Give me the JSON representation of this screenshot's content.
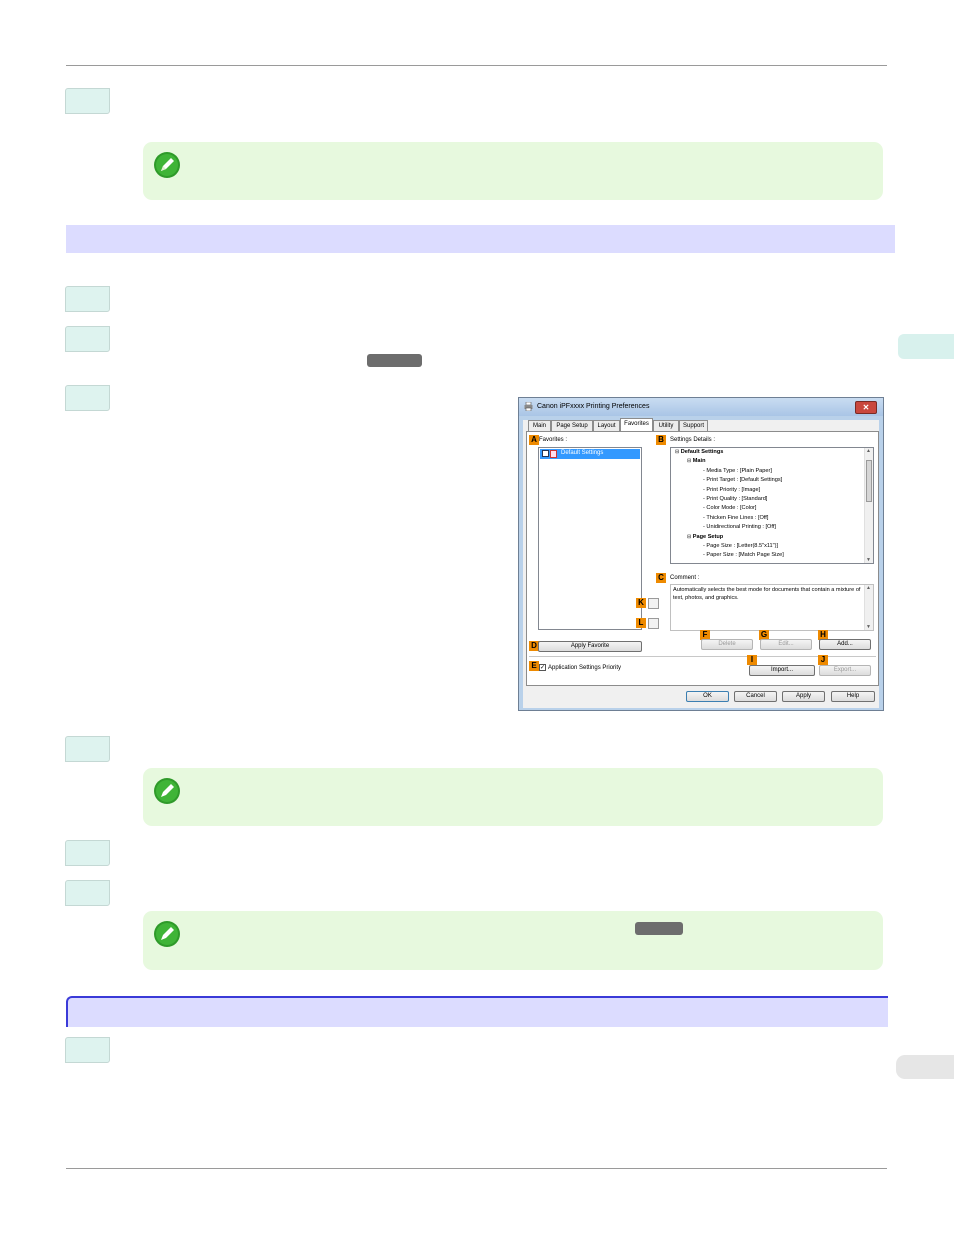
{
  "dialog": {
    "title": "Canon iPFxxxx Printing Preferences",
    "close_label": "✕",
    "tabs": [
      "Main",
      "Page Setup",
      "Layout",
      "Favorites",
      "Utility",
      "Support"
    ],
    "favorites_label": "Favorites :",
    "favorites_item": "Default Settings",
    "settings_details_label": "Settings Details :",
    "tree": {
      "root": "Default Settings",
      "main": "Main",
      "media_type": "Media Type : [Plain Paper]",
      "print_target": "Print Target : [Default Settings]",
      "print_priority": "Print Priority : [Image]",
      "print_quality": "Print Quality : [Standard]",
      "color_mode": "Color Mode : [Color]",
      "thicken_fine_lines": "Thicken Fine Lines : [Off]",
      "unidirectional": "Unidirectional Printing : [Off]",
      "page_setup": "Page Setup",
      "page_size": "Page Size : [Letter(8.5\"x11\")]",
      "paper_size": "Paper Size : [Match Page Size]"
    },
    "comment_label": "Comment :",
    "comment_text": "Automatically selects the best mode for documents that contain a mixture of text, photos, and graphics.",
    "buttons": {
      "apply_favorite": "Apply Favorite",
      "delete": "Delete",
      "edit": "Edit...",
      "add": "Add...",
      "import": "Import...",
      "export": "Export...",
      "ok": "OK",
      "cancel": "Cancel",
      "apply": "Apply",
      "help": "Help"
    },
    "app_settings_priority": "Application Settings Priority",
    "callouts": {
      "a": "A",
      "b": "B",
      "c": "C",
      "d": "D",
      "e": "E",
      "f": "F",
      "g": "G",
      "h": "H",
      "i": "I",
      "j": "J",
      "k": "K",
      "l": "L"
    }
  },
  "colors": {
    "step_box": "#def3ef",
    "note_bg": "#e7f9de",
    "section_bg": "#dcdcff",
    "callout": "#ee8a00"
  }
}
